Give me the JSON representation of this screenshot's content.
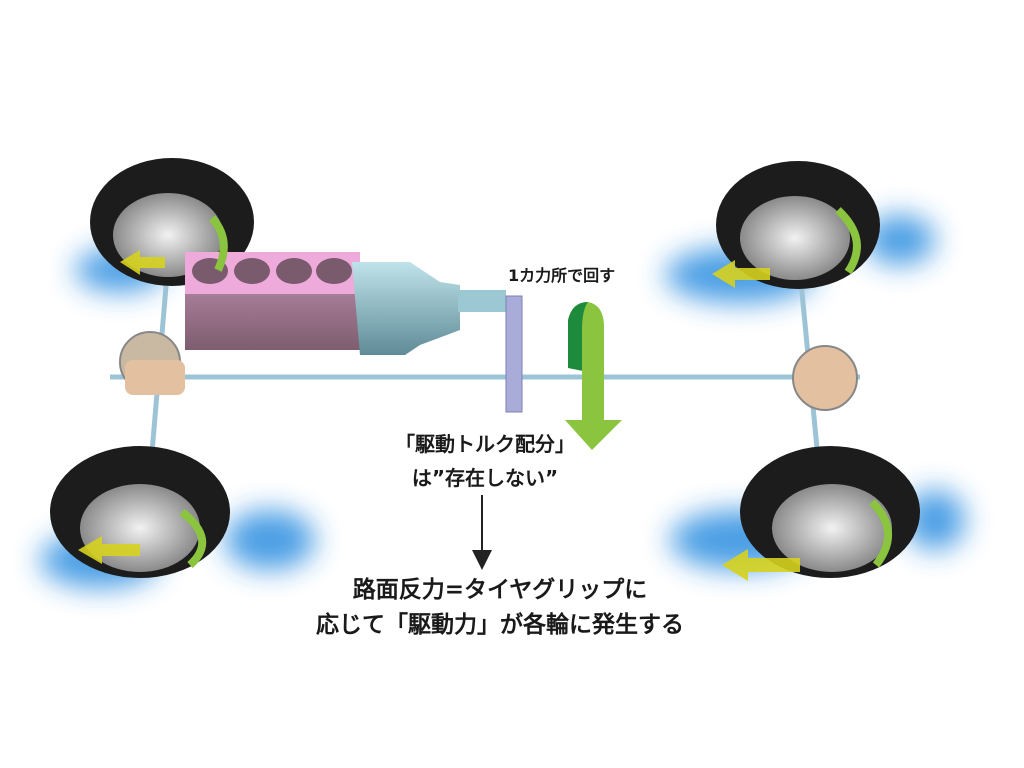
{
  "labels": {
    "single_point": "1カ力所で回す",
    "torque_split_line1": "「駆動トルク配分」",
    "torque_split_line2": "は”存在しない”",
    "result_line1": "路面反力=タイヤグリップに",
    "result_line2": "応じて「駆動力」が各輪に発生する"
  },
  "colors": {
    "tire": "#1c1c1c",
    "engine": "#e8a6d6",
    "transmission": "#8fc3cf",
    "shaft": "#9cc4d6",
    "ground_force": "#2a8de0",
    "force_arrow": "#d6d21e",
    "rotation_arrow": "#8bc53f",
    "rotation_arrow_dark": "#1e8a3c"
  }
}
